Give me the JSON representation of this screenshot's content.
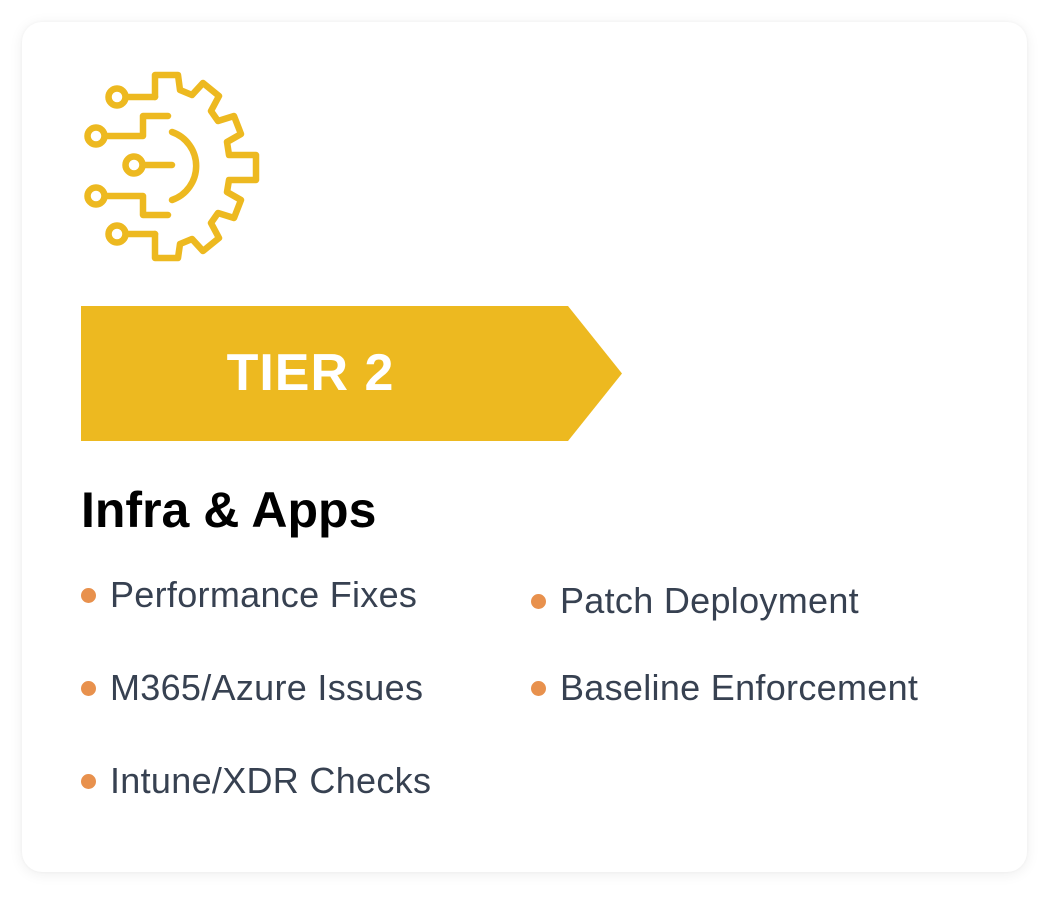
{
  "card": {
    "icon": "gear-circuit-icon",
    "colors": {
      "accent": "#EDB920",
      "bullet": "#E8914D",
      "heading": "#000000",
      "text": "#374151",
      "banner_text": "#FFFFFF"
    },
    "banner": {
      "label": "TIER 2"
    },
    "heading": "Infra & Apps",
    "items_left": [
      {
        "label": "Performance Fixes"
      },
      {
        "label": "M365/Azure Issues"
      },
      {
        "label": "Intune/XDR Checks"
      }
    ],
    "items_right": [
      {
        "label": "Patch Deployment"
      },
      {
        "label": "Baseline Enforcement"
      }
    ]
  }
}
